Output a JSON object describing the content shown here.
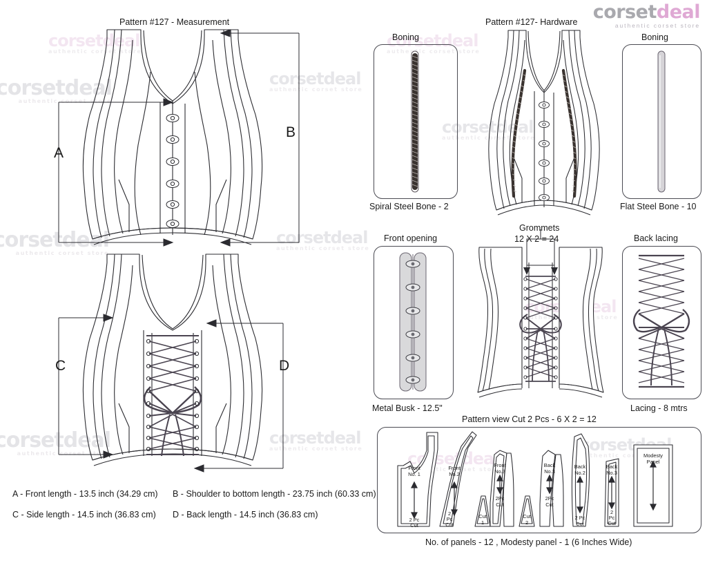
{
  "logo": {
    "word_primary": "corset",
    "word_accent": "deal",
    "tagline": "authentic corset store",
    "primary_color": "#a9a9ae",
    "accent_color": "#dfa9d4"
  },
  "watermark_text": "corsetdeal",
  "watermark_tagline": "authentic corset store",
  "headings": {
    "measurement": "Pattern #127 -  Measurement",
    "hardware": "Pattern #127-  Hardware"
  },
  "dimension_labels": {
    "a": "A",
    "b": "B",
    "c": "C",
    "d": "D"
  },
  "measurements": [
    {
      "key": "A",
      "text": "A - Front length - 13.5 inch (34.29 cm)"
    },
    {
      "key": "B",
      "text": "B - Shoulder to bottom length - 23.75 inch (60.33 cm)"
    },
    {
      "key": "C",
      "text": "C - Side length - 14.5 inch (36.83 cm)"
    },
    {
      "key": "D",
      "text": "D - Back length - 14.5 inch (36.83 cm)"
    }
  ],
  "hardware_panels": [
    {
      "id": "boning-spiral",
      "title": "Boning",
      "caption": "Spiral Steel Bone - 2"
    },
    {
      "id": "boning-flat",
      "title": "Boning",
      "caption": "Flat Steel Bone - 10"
    },
    {
      "id": "front-opening",
      "title": "Front opening",
      "caption": "Metal Busk - 12.5\""
    },
    {
      "id": "back-lacing",
      "title": "Back lacing",
      "caption": "Lacing - 8 mtrs"
    }
  ],
  "grommets": {
    "title": "Grommets",
    "formula": "12 X 2 = 24"
  },
  "pattern_view": {
    "caption": "Pattern view Cut 2 Pcs - 6 X 2 = 12"
  },
  "pattern_pieces": [
    {
      "name": "Front\nNo. 1",
      "cut": "2 Pc\nCut"
    },
    {
      "name": "Front\nNo.2",
      "cut": "2\nPc\nCut"
    },
    {
      "name": "",
      "cut": "Cut\n1"
    },
    {
      "name": "Front\nNo.3",
      "cut": "2Pc\nCut"
    },
    {
      "name": "",
      "cut": "Cut\n2"
    },
    {
      "name": "Back\nNo.3",
      "cut": "2Pc\nCut"
    },
    {
      "name": "Back\nNo.2",
      "cut": "2 Pc\nCut"
    },
    {
      "name": "Back\nNo.3",
      "cut": "2\nPc\nCut"
    },
    {
      "name": "Modesty\nPanel",
      "cut": ""
    }
  ],
  "pieces_labels": {
    "front1": "Front",
    "front1b": "No. 1",
    "front1cut": "2 Pc",
    "front1cut2": "Cut",
    "front2": "Front",
    "front2b": "No.2",
    "front2cut": "2",
    "front2cut2": "Pc",
    "front2cut3": "Cut",
    "small1a": "Cut",
    "small1b": "1",
    "front3": "Front",
    "front3b": "No.3",
    "front3cut": "2Pc",
    "front3cut2": "Cut",
    "small2a": "Cut",
    "small2b": "2",
    "back3": "Back",
    "back3b": "No.3",
    "back3cut": "2Pc",
    "back3cut2": "Cut",
    "back2": "Back",
    "back2b": "No.2",
    "back2cut": "2 Pc",
    "back2cut2": "Cut",
    "back3s": "Back",
    "back3sb": "No.3",
    "back3scut": "2",
    "back3scut2": "Pc",
    "back3scut3": "Cut",
    "modesty": "Modesty",
    "modestyb": "Panel"
  },
  "footer": {
    "panels_note": "No. of panels - 12  , Modesty panel - 1 (6 Inches Wide)"
  },
  "colors": {
    "line": "#2b2b30",
    "panel_border": "#4a4a52",
    "busk_fill": "#d9d9db",
    "bone_dark": "#3a3330",
    "flat_bone": "#cfcfd2"
  }
}
